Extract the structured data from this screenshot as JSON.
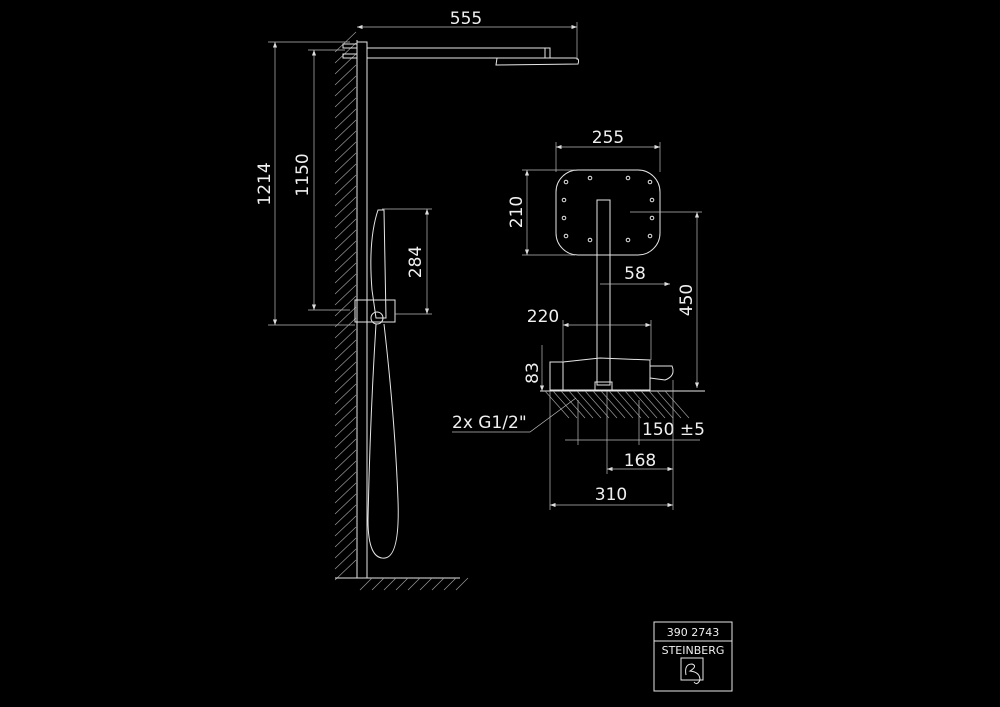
{
  "side_view": {
    "dim_arm_length": "555",
    "dim_total_height": "1214",
    "dim_head_height": "1150",
    "dim_hand_shower": "284"
  },
  "front_view": {
    "dim_head_width": "255",
    "dim_head_depth": "210",
    "dim_pipe_offset": "58",
    "dim_pipe_height": "450",
    "dim_body_width": "220",
    "dim_body_height": "83",
    "connection_label": "2x G1/2\"",
    "dim_connection_spacing": "150 ±5",
    "dim_168": "168",
    "dim_310": "310"
  },
  "title_block": {
    "article_number": "390 2743",
    "brand": "STEINBERG"
  },
  "colors": {
    "background": "#000000",
    "lines": "#e6e6e6"
  }
}
